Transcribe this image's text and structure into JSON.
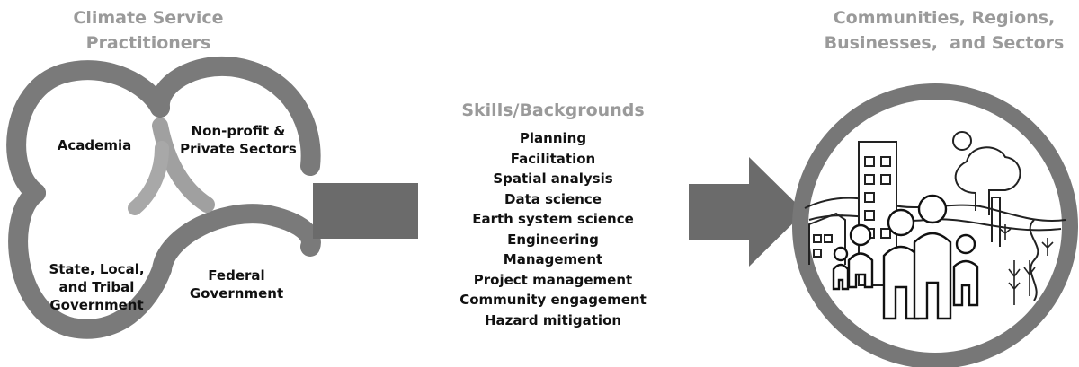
{
  "left_title": [
    "Climate Service",
    "Practitioners"
  ],
  "sectors": {
    "academia": "Academia",
    "nonprofit": [
      "Non-profit &",
      "Private Sectors"
    ],
    "state_local_tribal": [
      "State, Local,",
      "and Tribal",
      "Government"
    ],
    "federal": [
      "Federal",
      "Government"
    ]
  },
  "skills": {
    "title": "Skills/Backgrounds",
    "items": [
      "Planning",
      "Facilitation",
      "Spatial analysis",
      "Data science",
      "Earth system science",
      "Engineering",
      "Management",
      "Project management",
      "Community engagement",
      "Hazard mitigation"
    ]
  },
  "right_title": [
    "Communities, Regions,",
    "Businesses,  and Sectors"
  ],
  "colors": {
    "title_gray": "#9a9a9a",
    "ring_gray": "#777777",
    "arrow_gray": "#6b6b6b",
    "text": "#111111"
  },
  "icons": [
    "left-arrow-bar",
    "right-arrow-icon",
    "community-circle-illustration",
    "sector-ring-shape"
  ]
}
